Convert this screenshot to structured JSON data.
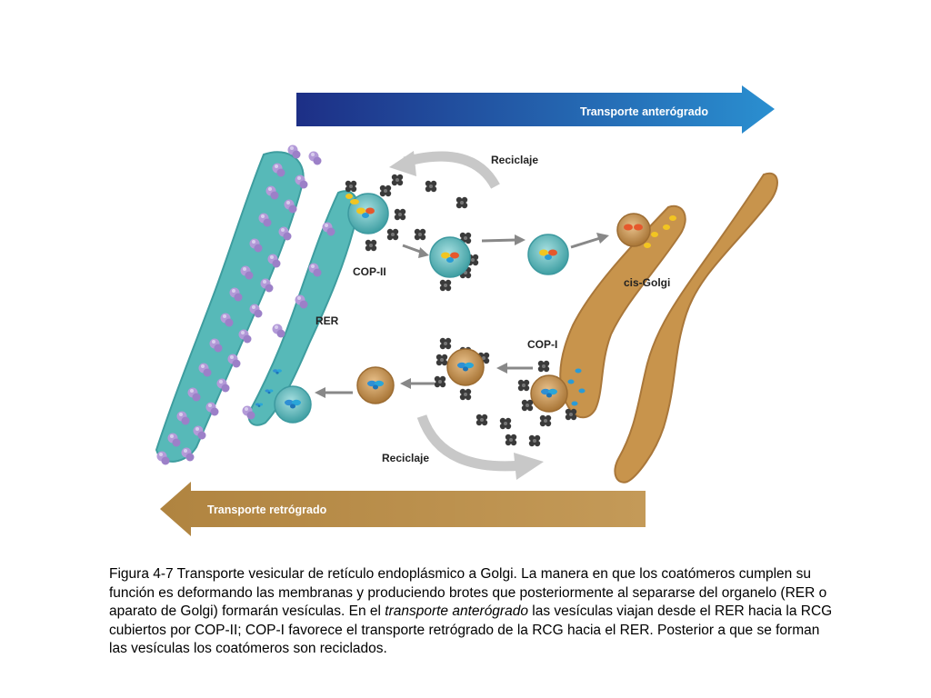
{
  "diagram": {
    "arrows": {
      "anterograde_label": "Transporte anterógrado",
      "retrograde_label": "Transporte retrógrado",
      "recycle_top_label": "Reciclaje",
      "recycle_bottom_label": "Reciclaje"
    },
    "labels": {
      "copii": "COP-II",
      "copi": "COP-I",
      "rer": "RER",
      "cis_golgi": "cis-Golgi"
    },
    "colors": {
      "anterograde_arrow": "#1d3f8f",
      "retrograde_arrow": "#b48a45",
      "rer_membrane": "#54b7b6",
      "golgi_membrane": "#c7934c",
      "ribosome": "#a88bd0",
      "coatomer": "#333333"
    }
  },
  "caption": {
    "part1": "Figura 4-7 Transporte vesicular de retículo endoplásmico a Golgi. La manera en que los coatómeros cumplen su función es deformando las membranas y produciendo brotes que posteriormente al separarse del organelo (RER o aparato de Golgi) formarán vesículas. En el ",
    "emphasis": "transporte anterógrado",
    "part2": " las vesículas viajan desde el RER hacia la RCG cubiertos por COP-II; COP-I favorece el transporte retrógrado de la RCG hacia el RER. Posterior a que se forman las vesículas los coatómeros son reciclados."
  }
}
